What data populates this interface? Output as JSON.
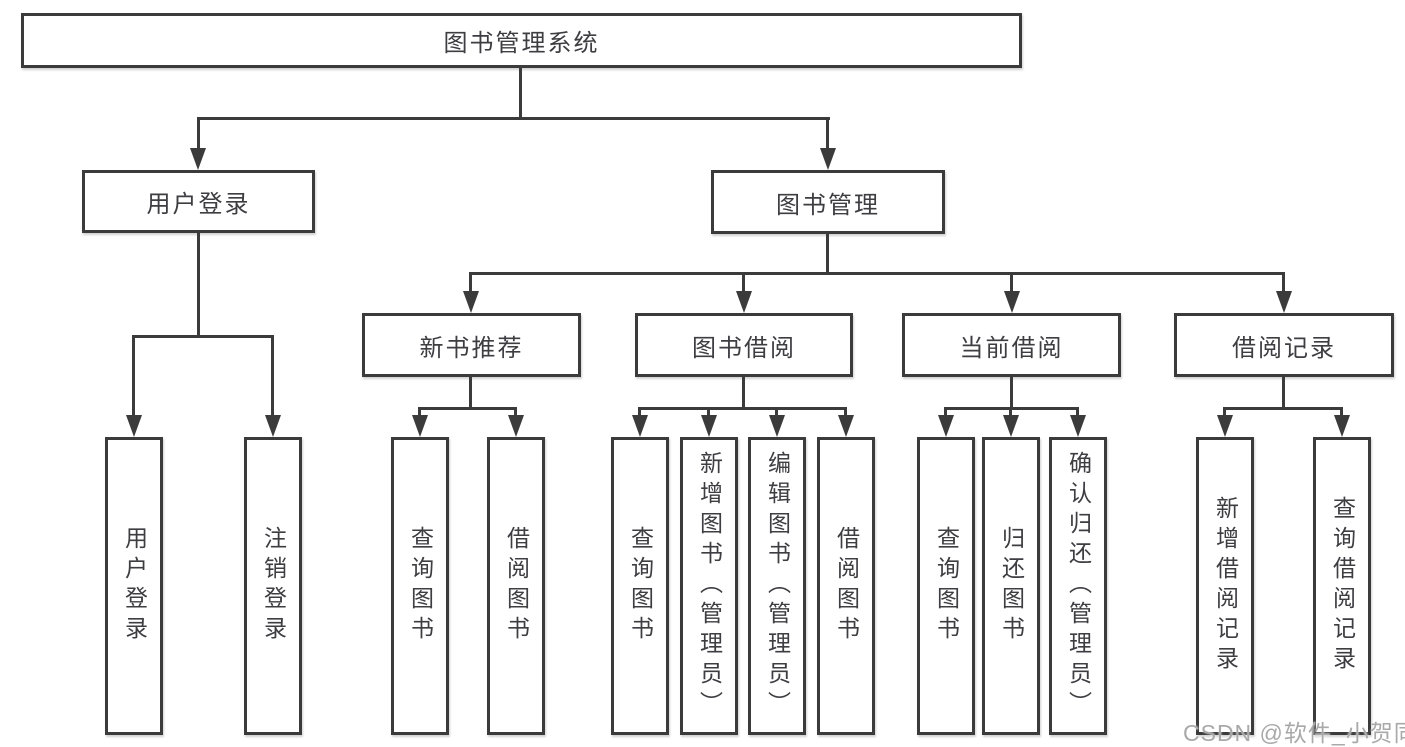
{
  "root": {
    "label": "图书管理系统"
  },
  "user_login": {
    "label": "用户登录",
    "children": [
      {
        "label": "用户登录"
      },
      {
        "label": "注销登录"
      }
    ]
  },
  "book_mgmt": {
    "label": "图书管理",
    "modules": [
      {
        "label": "新书推荐",
        "children": [
          {
            "label": "查询图书"
          },
          {
            "label": "借阅图书"
          }
        ]
      },
      {
        "label": "图书借阅",
        "children": [
          {
            "label": "查询图书"
          },
          {
            "label": "新增图书（管理员）"
          },
          {
            "label": "编辑图书（管理员）"
          },
          {
            "label": "借阅图书"
          }
        ]
      },
      {
        "label": "当前借阅",
        "children": [
          {
            "label": "查询图书"
          },
          {
            "label": "归还图书"
          },
          {
            "label": "确认归还（管理员）"
          }
        ]
      },
      {
        "label": "借阅记录",
        "children": [
          {
            "label": "新增借阅记录"
          },
          {
            "label": "查询借阅记录"
          }
        ]
      }
    ]
  },
  "watermark": {
    "text": "CSDN @软件_小贺同学"
  },
  "colors": {
    "line": "#3b3b3b",
    "text": "#3d3d42",
    "wm": "#a9a9a9",
    "bg": "#ffffff"
  }
}
